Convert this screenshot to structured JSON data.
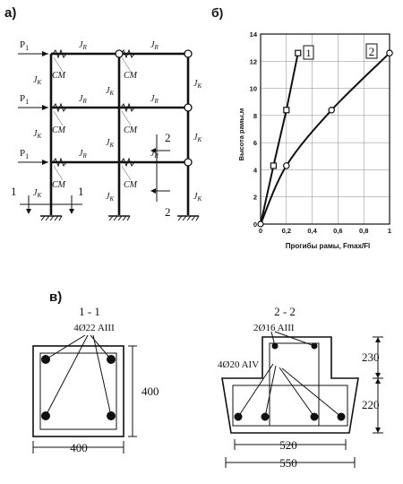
{
  "panel_a": {
    "label": "a)",
    "load_label": "P",
    "load_sub": "1",
    "beam_label": "J",
    "beam_sub": "R",
    "column_label": "J",
    "column_sub": "K",
    "cm_label": "CM",
    "section_1": "1",
    "section_2": "2"
  },
  "panel_b": {
    "label": "б)",
    "ylabel": "Высота рамы,м",
    "xlabel": "Прогибы рамы, Fmax/Fl",
    "curve1_tag": "1",
    "curve2_tag": "2"
  },
  "chart_data": {
    "type": "line",
    "xlabel": "Прогибы рамы, Fmax/Fl",
    "ylabel": "Высота рамы,м",
    "xlim": [
      0,
      1
    ],
    "ylim": [
      0,
      14
    ],
    "xticks": [
      "0",
      "0,2",
      "0,4",
      "0,6",
      "0,8",
      "1"
    ],
    "yticks": [
      "0",
      "2",
      "4",
      "6",
      "8",
      "10",
      "12",
      "14"
    ],
    "grid": true,
    "series": [
      {
        "name": "1",
        "x": [
          0,
          0.1,
          0.2,
          0.29
        ],
        "y": [
          0,
          4.3,
          8.4,
          12.6
        ]
      },
      {
        "name": "2",
        "x": [
          0,
          0.2,
          0.55,
          1.0
        ],
        "y": [
          0,
          4.3,
          8.4,
          12.6
        ]
      }
    ]
  },
  "panel_c": {
    "label": "в)",
    "section_11_title": "1 - 1",
    "section_11_rebar": "4Ø22 AIII",
    "section_11_width": "400",
    "section_11_height": "400",
    "section_22_title": "2 - 2",
    "section_22_rebar_top": "2Ø16 AIII",
    "section_22_rebar_bottom": "4Ø20 AIV",
    "section_22_dim_upper": "230",
    "section_22_dim_lower": "220",
    "section_22_width_inner": "520",
    "section_22_width_outer": "550"
  }
}
